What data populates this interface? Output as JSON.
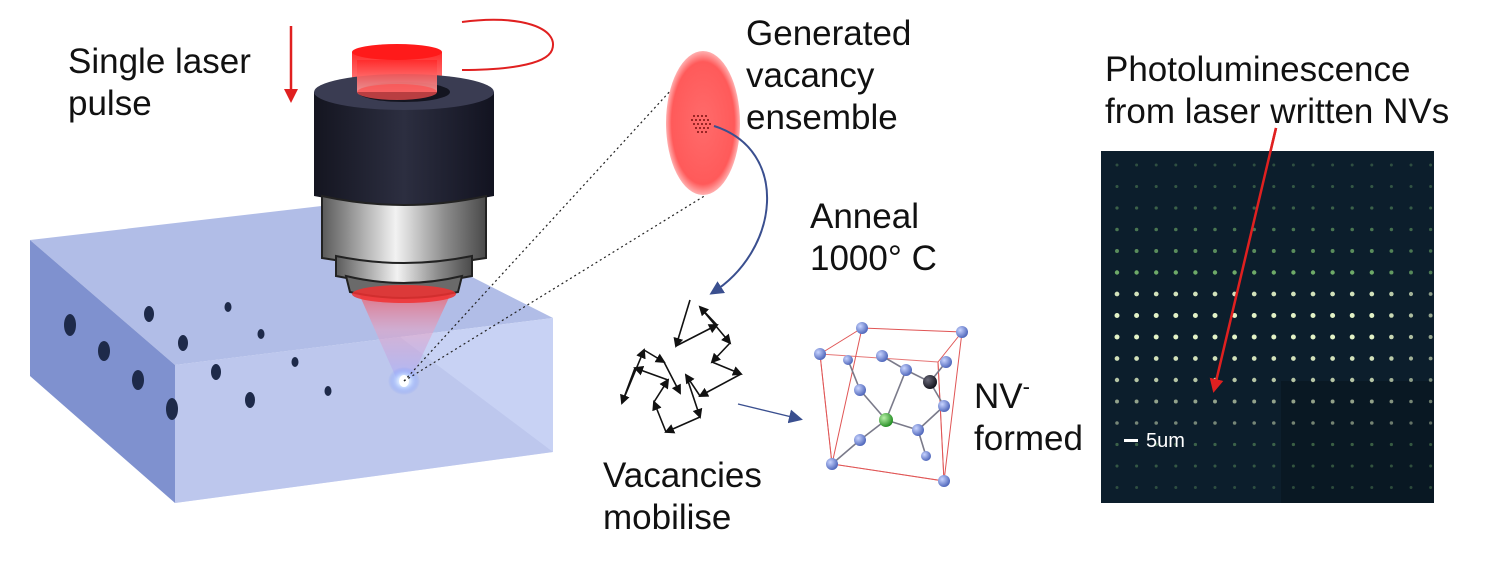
{
  "labels": {
    "laser_pulse": [
      "Single laser",
      "pulse"
    ],
    "vacancy_ensemble": [
      "Generated",
      "vacancy",
      "ensemble"
    ],
    "anneal": [
      "Anneal",
      "1000°  C"
    ],
    "vacancies_mobilise": [
      "Vacancies",
      "mobilise"
    ],
    "nv_formed": {
      "base": "NV",
      "charge": "-",
      "rest": "formed"
    },
    "photoluminescence": [
      "Photoluminescence",
      "from laser written NVs"
    ],
    "scale_bar": "5um"
  },
  "colors": {
    "laser_red": "#e02020",
    "arrow_blue": "#3a4f8f",
    "diamond_face": "#9fb0e0",
    "objective_barrel": "#1f2030",
    "objective_silver": "#b0b0b0",
    "pl_background": "#0c1e2c",
    "pl_spot": "#e6f5c8",
    "atom_carbon": "#5b78c8",
    "atom_nitrogen": "#2fa32f",
    "lattice_red": "#e05555"
  },
  "icons": [
    "laser-direction-arrow-icon",
    "objective-lens-icon",
    "diamond-block-icon",
    "lattice-cell-icon",
    "annealing-arrow-icon"
  ]
}
